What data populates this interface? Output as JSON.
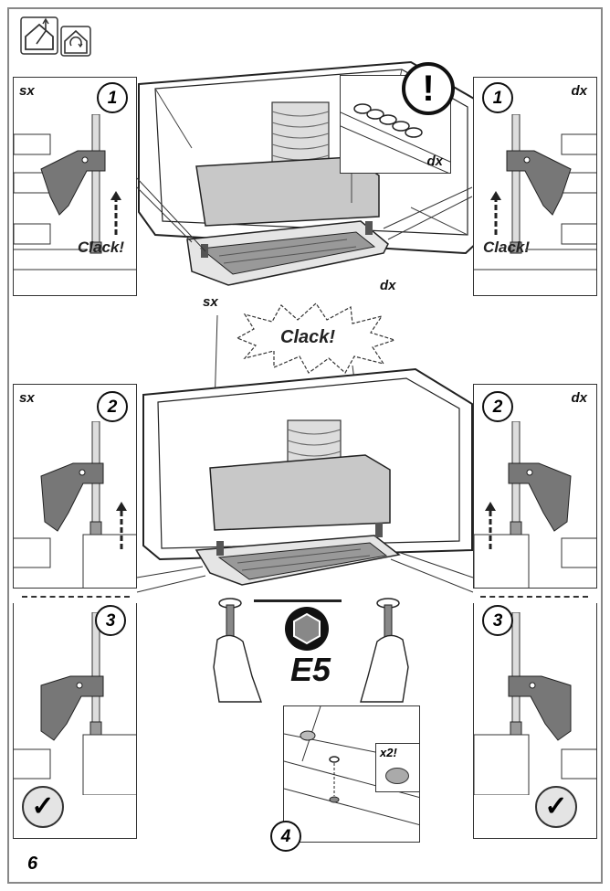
{
  "labels": {
    "sx": "sx",
    "dx": "dx",
    "clack": "Clack!",
    "e5": "E5",
    "x2": "x2!",
    "warning": "!",
    "step1": "1",
    "step2": "2",
    "step3": "3",
    "step4": "4",
    "page_number": "6"
  },
  "icons": [
    "house-exhaust-icon",
    "house-recirculate-icon",
    "warning-icon",
    "hex-nut-icon",
    "checkmark-icon"
  ]
}
